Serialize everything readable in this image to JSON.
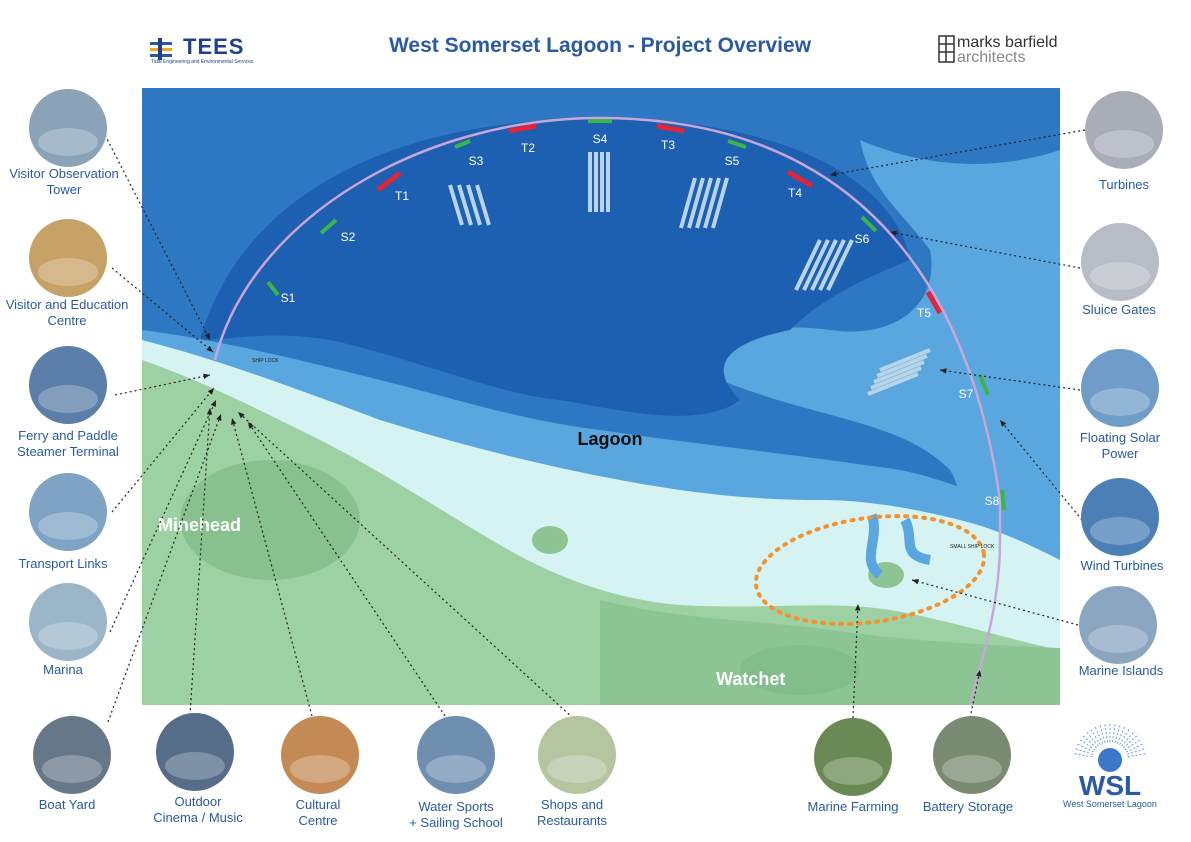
{
  "header": {
    "title": "West Somerset Lagoon - Project Overview",
    "left_logo": {
      "name": "TEES",
      "tagline": "Tidal Engineering and Environmental Services"
    },
    "right_logo": {
      "line1": "marks barfield",
      "line2": "architects"
    }
  },
  "map_labels": {
    "lagoon": "Lagoon",
    "minehead": "Minehead",
    "watchet": "Watchet",
    "ship_lock": "SHIP LOCK",
    "small_ship_lock": "SMALL SHIP LOCK",
    "structures": [
      "S1",
      "S2",
      "T1",
      "S3",
      "T2",
      "S4",
      "T3",
      "S5",
      "T4",
      "S6",
      "T5",
      "S7",
      "S8"
    ]
  },
  "features_left": [
    {
      "label": "Visitor Observation\nTower"
    },
    {
      "label": "Visitor and Education\nCentre"
    },
    {
      "label": "Ferry and Paddle\nSteamer Terminal"
    },
    {
      "label": "Transport Links"
    },
    {
      "label": "Marina"
    },
    {
      "label": "Boat Yard"
    }
  ],
  "features_bottom": [
    {
      "label": "Outdoor\nCinema / Music"
    },
    {
      "label": "Cultural\nCentre"
    },
    {
      "label": "Water Sports\n+ Sailing School"
    },
    {
      "label": "Shops and\nRestaurants"
    },
    {
      "label": "Marine Farming"
    },
    {
      "label": "Battery Storage"
    }
  ],
  "features_right": [
    {
      "label": "Turbines"
    },
    {
      "label": "Sluice Gates"
    },
    {
      "label": "Floating Solar\nPower"
    },
    {
      "label": "Wind Turbines"
    },
    {
      "label": "Marine Islands"
    }
  ],
  "footer_logo": {
    "name": "WSL",
    "tagline": "West Somerset Lagoon"
  },
  "colors": {
    "sea": "#2e77c2",
    "lagoon": "#1d5fb0",
    "shallows": "#5aa6de",
    "tidal_flat": "#d6f3f4",
    "land": "#9dd0a2",
    "title": "#2a5aa6",
    "marker_turbine": "#e0243a",
    "marker_sluice": "#3bb54a",
    "island_ring": "#f5922b"
  }
}
